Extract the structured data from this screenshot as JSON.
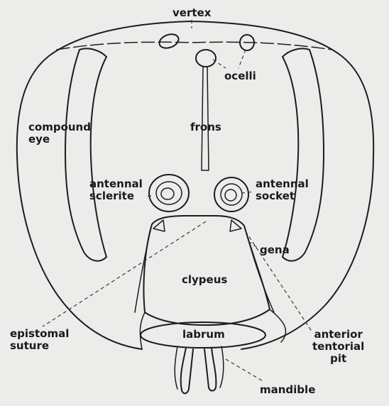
{
  "labels": {
    "vertex": "vertex",
    "ocelli": "ocelli",
    "compound_eye": [
      "compound",
      "eye"
    ],
    "frons": "frons",
    "antennal_sclerite": [
      "antennal",
      "sclerite"
    ],
    "antennal_socket": [
      "antennal",
      "socket"
    ],
    "gena": "gena",
    "clypeus": "clypeus",
    "epistomal_suture": [
      "epistomal",
      "suture"
    ],
    "labrum": "labrum",
    "anterior_tentorial_pit": [
      "anterior",
      "tentorial",
      "pit"
    ],
    "mandible": "mandible"
  },
  "colors": {
    "background": "#ececea",
    "ink": "#1c1c1c"
  }
}
